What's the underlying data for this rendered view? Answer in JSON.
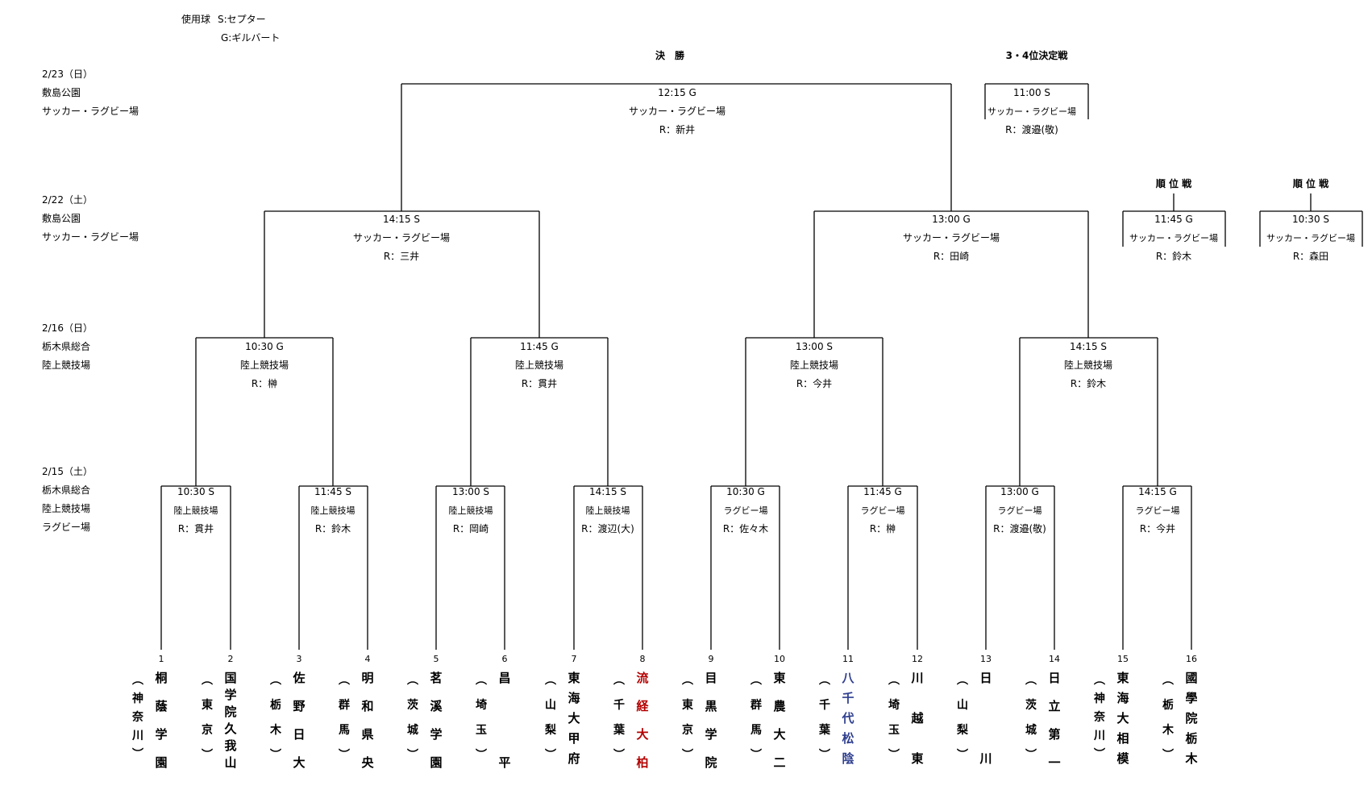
{
  "ball": {
    "label": "使用球",
    "s": "S:セプター",
    "g": "G:ギルバート"
  },
  "rounds": [
    {
      "date": "2/23（日）",
      "venue": [
        "敷島公園",
        "サッカー・ラグビー場"
      ]
    },
    {
      "date": "2/22（土）",
      "venue": [
        "敷島公園",
        "サッカー・ラグビー場"
      ]
    },
    {
      "date": "2/16（日）",
      "venue": [
        "栃木県総合",
        "陸上競技場"
      ]
    },
    {
      "date": "2/15（土）",
      "venue": [
        "栃木県総合",
        "陸上競技場",
        "ラグビー場"
      ]
    }
  ],
  "headers": {
    "final": "決　勝",
    "third": "3・4位決定戦",
    "placement1": "順 位 戦",
    "placement2": "順 位 戦"
  },
  "matches": {
    "final": [
      "12:15 G",
      "サッカー・ラグビー場",
      "R：新井"
    ],
    "third": [
      "11:00 S",
      "サッカー・ラグビー場",
      "R：渡邉(敬)"
    ],
    "sf": [
      [
        "14:15 S",
        "サッカー・ラグビー場",
        "R：三井"
      ],
      [
        "13:00 G",
        "サッカー・ラグビー場",
        "R：田崎"
      ]
    ],
    "placement": [
      [
        "11:45 G",
        "サッカー・ラグビー場",
        "R：鈴木"
      ],
      [
        "10:30 S",
        "サッカー・ラグビー場",
        "R：森田"
      ]
    ],
    "qf": [
      [
        "10:30 G",
        "陸上競技場",
        "R：榊"
      ],
      [
        "11:45 G",
        "陸上競技場",
        "R：貫井"
      ],
      [
        "13:00 S",
        "陸上競技場",
        "R：今井"
      ],
      [
        "14:15 S",
        "陸上競技場",
        "R：鈴木"
      ]
    ],
    "r1": [
      [
        "10:30 S",
        "陸上競技場",
        "R：貫井"
      ],
      [
        "11:45 S",
        "陸上競技場",
        "R：鈴木"
      ],
      [
        "13:00 S",
        "陸上競技場",
        "R：岡崎"
      ],
      [
        "14:15 S",
        "陸上競技場",
        "R：渡辺(大)"
      ],
      [
        "10:30 G",
        "ラグビー場",
        "R：佐々木"
      ],
      [
        "11:45 G",
        "ラグビー場",
        "R：榊"
      ],
      [
        "13:00 G",
        "ラグビー場",
        "R：渡邉(敬)"
      ],
      [
        "14:15 G",
        "ラグビー場",
        "R：今井"
      ]
    ]
  },
  "teams": [
    {
      "num": "1",
      "name": [
        "桐",
        "蔭",
        "学",
        "園"
      ],
      "pref": [
        "︵",
        "神",
        "奈",
        "川",
        "︶"
      ],
      "color": "#000000"
    },
    {
      "num": "2",
      "name": [
        "国",
        "学",
        "院",
        "久",
        "我",
        "山"
      ],
      "pref": [
        "︵",
        "東",
        "京",
        "︶"
      ],
      "color": "#000000"
    },
    {
      "num": "3",
      "name": [
        "佐",
        "野",
        "日",
        "大"
      ],
      "pref": [
        "︵",
        "栃",
        "木",
        "︶"
      ],
      "color": "#000000"
    },
    {
      "num": "4",
      "name": [
        "明",
        "和",
        "県",
        "央"
      ],
      "pref": [
        "︵",
        "群",
        "馬",
        "︶"
      ],
      "color": "#000000"
    },
    {
      "num": "5",
      "name": [
        "茗",
        "溪",
        "学",
        "園"
      ],
      "pref": [
        "︵",
        "茨",
        "城",
        "︶"
      ],
      "color": "#000000"
    },
    {
      "num": "6",
      "name": [
        "昌",
        "",
        "",
        "平"
      ],
      "pref": [
        "︵",
        "埼",
        "玉",
        "︶"
      ],
      "color": "#000000"
    },
    {
      "num": "7",
      "name": [
        "東",
        "海",
        "大",
        "甲",
        "府"
      ],
      "pref": [
        "︵",
        "山",
        "梨",
        "︶"
      ],
      "color": "#000000"
    },
    {
      "num": "8",
      "name": [
        "流",
        "経",
        "大",
        "柏"
      ],
      "pref": [
        "︵",
        "千",
        "葉",
        "︶"
      ],
      "color": "#b30000"
    },
    {
      "num": "9",
      "name": [
        "目",
        "黒",
        "学",
        "院"
      ],
      "pref": [
        "︵",
        "東",
        "京",
        "︶"
      ],
      "color": "#000000"
    },
    {
      "num": "10",
      "name": [
        "東",
        "農",
        "大",
        "二"
      ],
      "pref": [
        "︵",
        "群",
        "馬",
        "︶"
      ],
      "color": "#000000"
    },
    {
      "num": "11",
      "name": [
        "八",
        "千",
        "代",
        "松",
        "陰"
      ],
      "pref": [
        "︵",
        "千",
        "葉",
        "︶"
      ],
      "color": "#2f3f8f"
    },
    {
      "num": "12",
      "name": [
        "川",
        "",
        "越",
        "",
        "東"
      ],
      "pref": [
        "︵",
        "埼",
        "玉",
        "︶"
      ],
      "color": "#000000"
    },
    {
      "num": "13",
      "name": [
        "日",
        "",
        "",
        "",
        "川"
      ],
      "pref": [
        "︵",
        "山",
        "梨",
        "︶"
      ],
      "color": "#000000"
    },
    {
      "num": "14",
      "name": [
        "日",
        "立",
        "第",
        "一"
      ],
      "pref": [
        "︵",
        "茨",
        "城",
        "︶"
      ],
      "color": "#000000"
    },
    {
      "num": "15",
      "name": [
        "東",
        "海",
        "大",
        "相",
        "模"
      ],
      "pref": [
        "︵",
        "神",
        "奈",
        "川",
        "︶"
      ],
      "color": "#000000"
    },
    {
      "num": "16",
      "name": [
        "國",
        "學",
        "院",
        "栃",
        "木"
      ],
      "pref": [
        "︵",
        "栃",
        "木",
        "︶"
      ],
      "color": "#000000"
    }
  ]
}
